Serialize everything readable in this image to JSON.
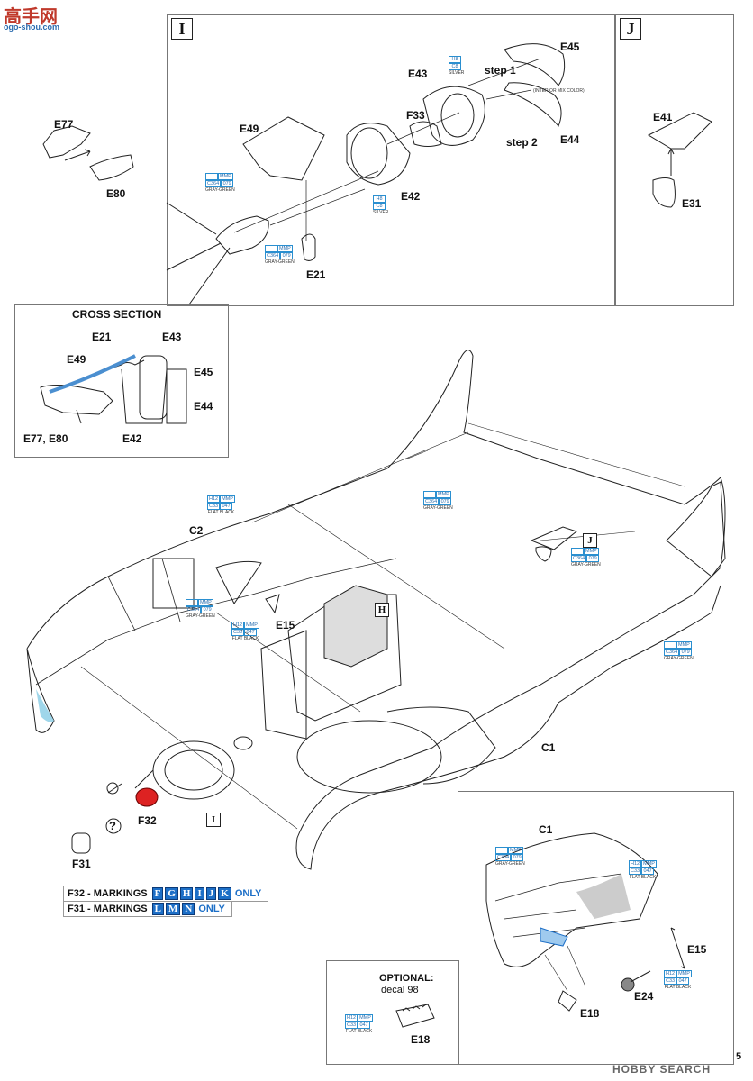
{
  "watermark_top": {
    "chars": "高手网",
    "site": "ogo-shou.com"
  },
  "watermark_bottom": "HOBBY SEARCH",
  "page_number": "5",
  "steps": {
    "I": {
      "tag": "I",
      "parts": {
        "E43": "E43",
        "E45": "E45",
        "E49": "E49",
        "F33": "F33",
        "E44": "E44",
        "E42": "E42",
        "E21": "E21",
        "E77": "E77",
        "E80": "E80"
      },
      "step1": "step 1",
      "step2": "step 2",
      "paints": [
        {
          "a": "H8",
          "b": "C8",
          "name": "SILVER"
        },
        {
          "a": "",
          "b": "",
          "name": "(INTERIOR MIX COLOR)"
        },
        {
          "a": "",
          "b": "",
          "name": "MMP / C364 079 / GRAY-GREEN"
        },
        {
          "a": "H8",
          "b": "C8",
          "name": "SILVER"
        },
        {
          "a": "",
          "b": "",
          "name": "MMP / C364 079 / GRAY-GREEN"
        }
      ]
    },
    "J": {
      "tag": "J",
      "parts": {
        "E41": "E41",
        "E31": "E31"
      }
    },
    "cross": {
      "title": "CROSS SECTION",
      "parts": {
        "E21": "E21",
        "E43": "E43",
        "E49": "E49",
        "E45": "E45",
        "E44": "E44",
        "E77": "E77, E80",
        "E42": "E42"
      }
    },
    "main": {
      "parts": {
        "C2": "C2",
        "E15": "E15",
        "C1": "C1",
        "F32": "F32",
        "F31": "F31"
      },
      "tag_H": "H",
      "tag_J": "J",
      "tag_I": "I",
      "question": "?"
    },
    "detail": {
      "parts": {
        "C1": "C1",
        "E15": "E15",
        "E24": "E24",
        "E18": "E18"
      }
    },
    "optional": {
      "title": "OPTIONAL:",
      "decal": "decal 98",
      "part": "E18"
    }
  },
  "paint_codes": {
    "gray_green": {
      "h": "",
      "c": "C364",
      "mmp": "MMP",
      "num": "079",
      "name": "GRAY-GREEN"
    },
    "flat_black": {
      "h": "H12",
      "c": "C33",
      "mmp": "MMP",
      "num": "047",
      "name": "FLAT BLACK"
    },
    "silver": {
      "h": "H8",
      "c": "C8",
      "name": "SILVER"
    }
  },
  "markings": {
    "f32_label": "F32 - MARKINGS",
    "f32_codes": [
      "F",
      "G",
      "H",
      "I",
      "J",
      "K"
    ],
    "f32_suffix": "ONLY",
    "f31_label": "F31 - MARKINGS",
    "f31_codes": [
      "L",
      "M",
      "N"
    ],
    "f31_suffix": "ONLY"
  }
}
